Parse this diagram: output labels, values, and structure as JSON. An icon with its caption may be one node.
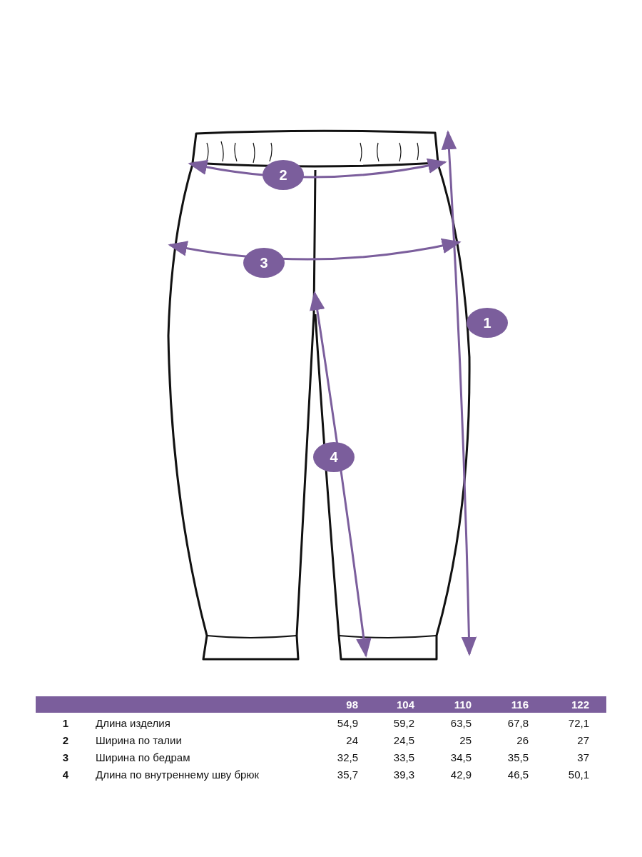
{
  "diagram": {
    "labels": [
      "2",
      "3",
      "1",
      "4",
      "98",
      "104",
      "110",
      "116",
      "122",
      "1",
      "Длина изделия",
      "54,9",
      "59,2",
      "63,5",
      "67,8",
      "72,1",
      "2",
      "Ширина по талии",
      "24",
      "24,5",
      "25",
      "26",
      "27",
      "3",
      "Ширина по бедрам",
      "32,5",
      "33,5",
      "34,5",
      "35,5",
      "37",
      "4",
      "Длина по внутреннему шву брюк",
      "35,7",
      "39,3",
      "42,9",
      "46,5",
      "50,1"
    ]
  }
}
